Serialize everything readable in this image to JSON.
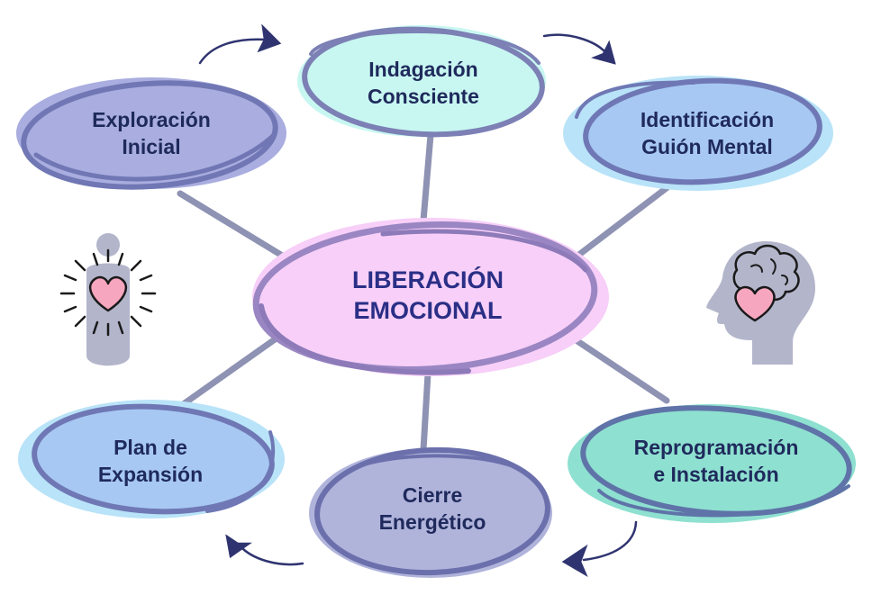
{
  "center": {
    "lines": [
      "LIBERACIÓN",
      "EMOCIONAL"
    ]
  },
  "nodes": [
    {
      "id": "exploracion",
      "lines": [
        "Exploración",
        "Inicial"
      ]
    },
    {
      "id": "indagacion",
      "lines": [
        "Indagación",
        "Consciente"
      ]
    },
    {
      "id": "identificacion",
      "lines": [
        "Identificación",
        "Guión Mental"
      ]
    },
    {
      "id": "reprogramacion",
      "lines": [
        "Reprogramación",
        "e Instalación"
      ]
    },
    {
      "id": "cierre",
      "lines": [
        "Cierre",
        "Energético"
      ]
    },
    {
      "id": "plan",
      "lines": [
        "Plan de",
        "Expansión"
      ]
    }
  ],
  "icons": [
    "person-heart-icon",
    "head-brain-heart-icon"
  ],
  "colors": {
    "connector": "#8e92b3",
    "center_fill": "#f7cff8",
    "center_stroke": "#9a86c2",
    "heart": "#f7a6bf",
    "silhouette": "#b3b5cb",
    "arrow": "#2f3470"
  }
}
